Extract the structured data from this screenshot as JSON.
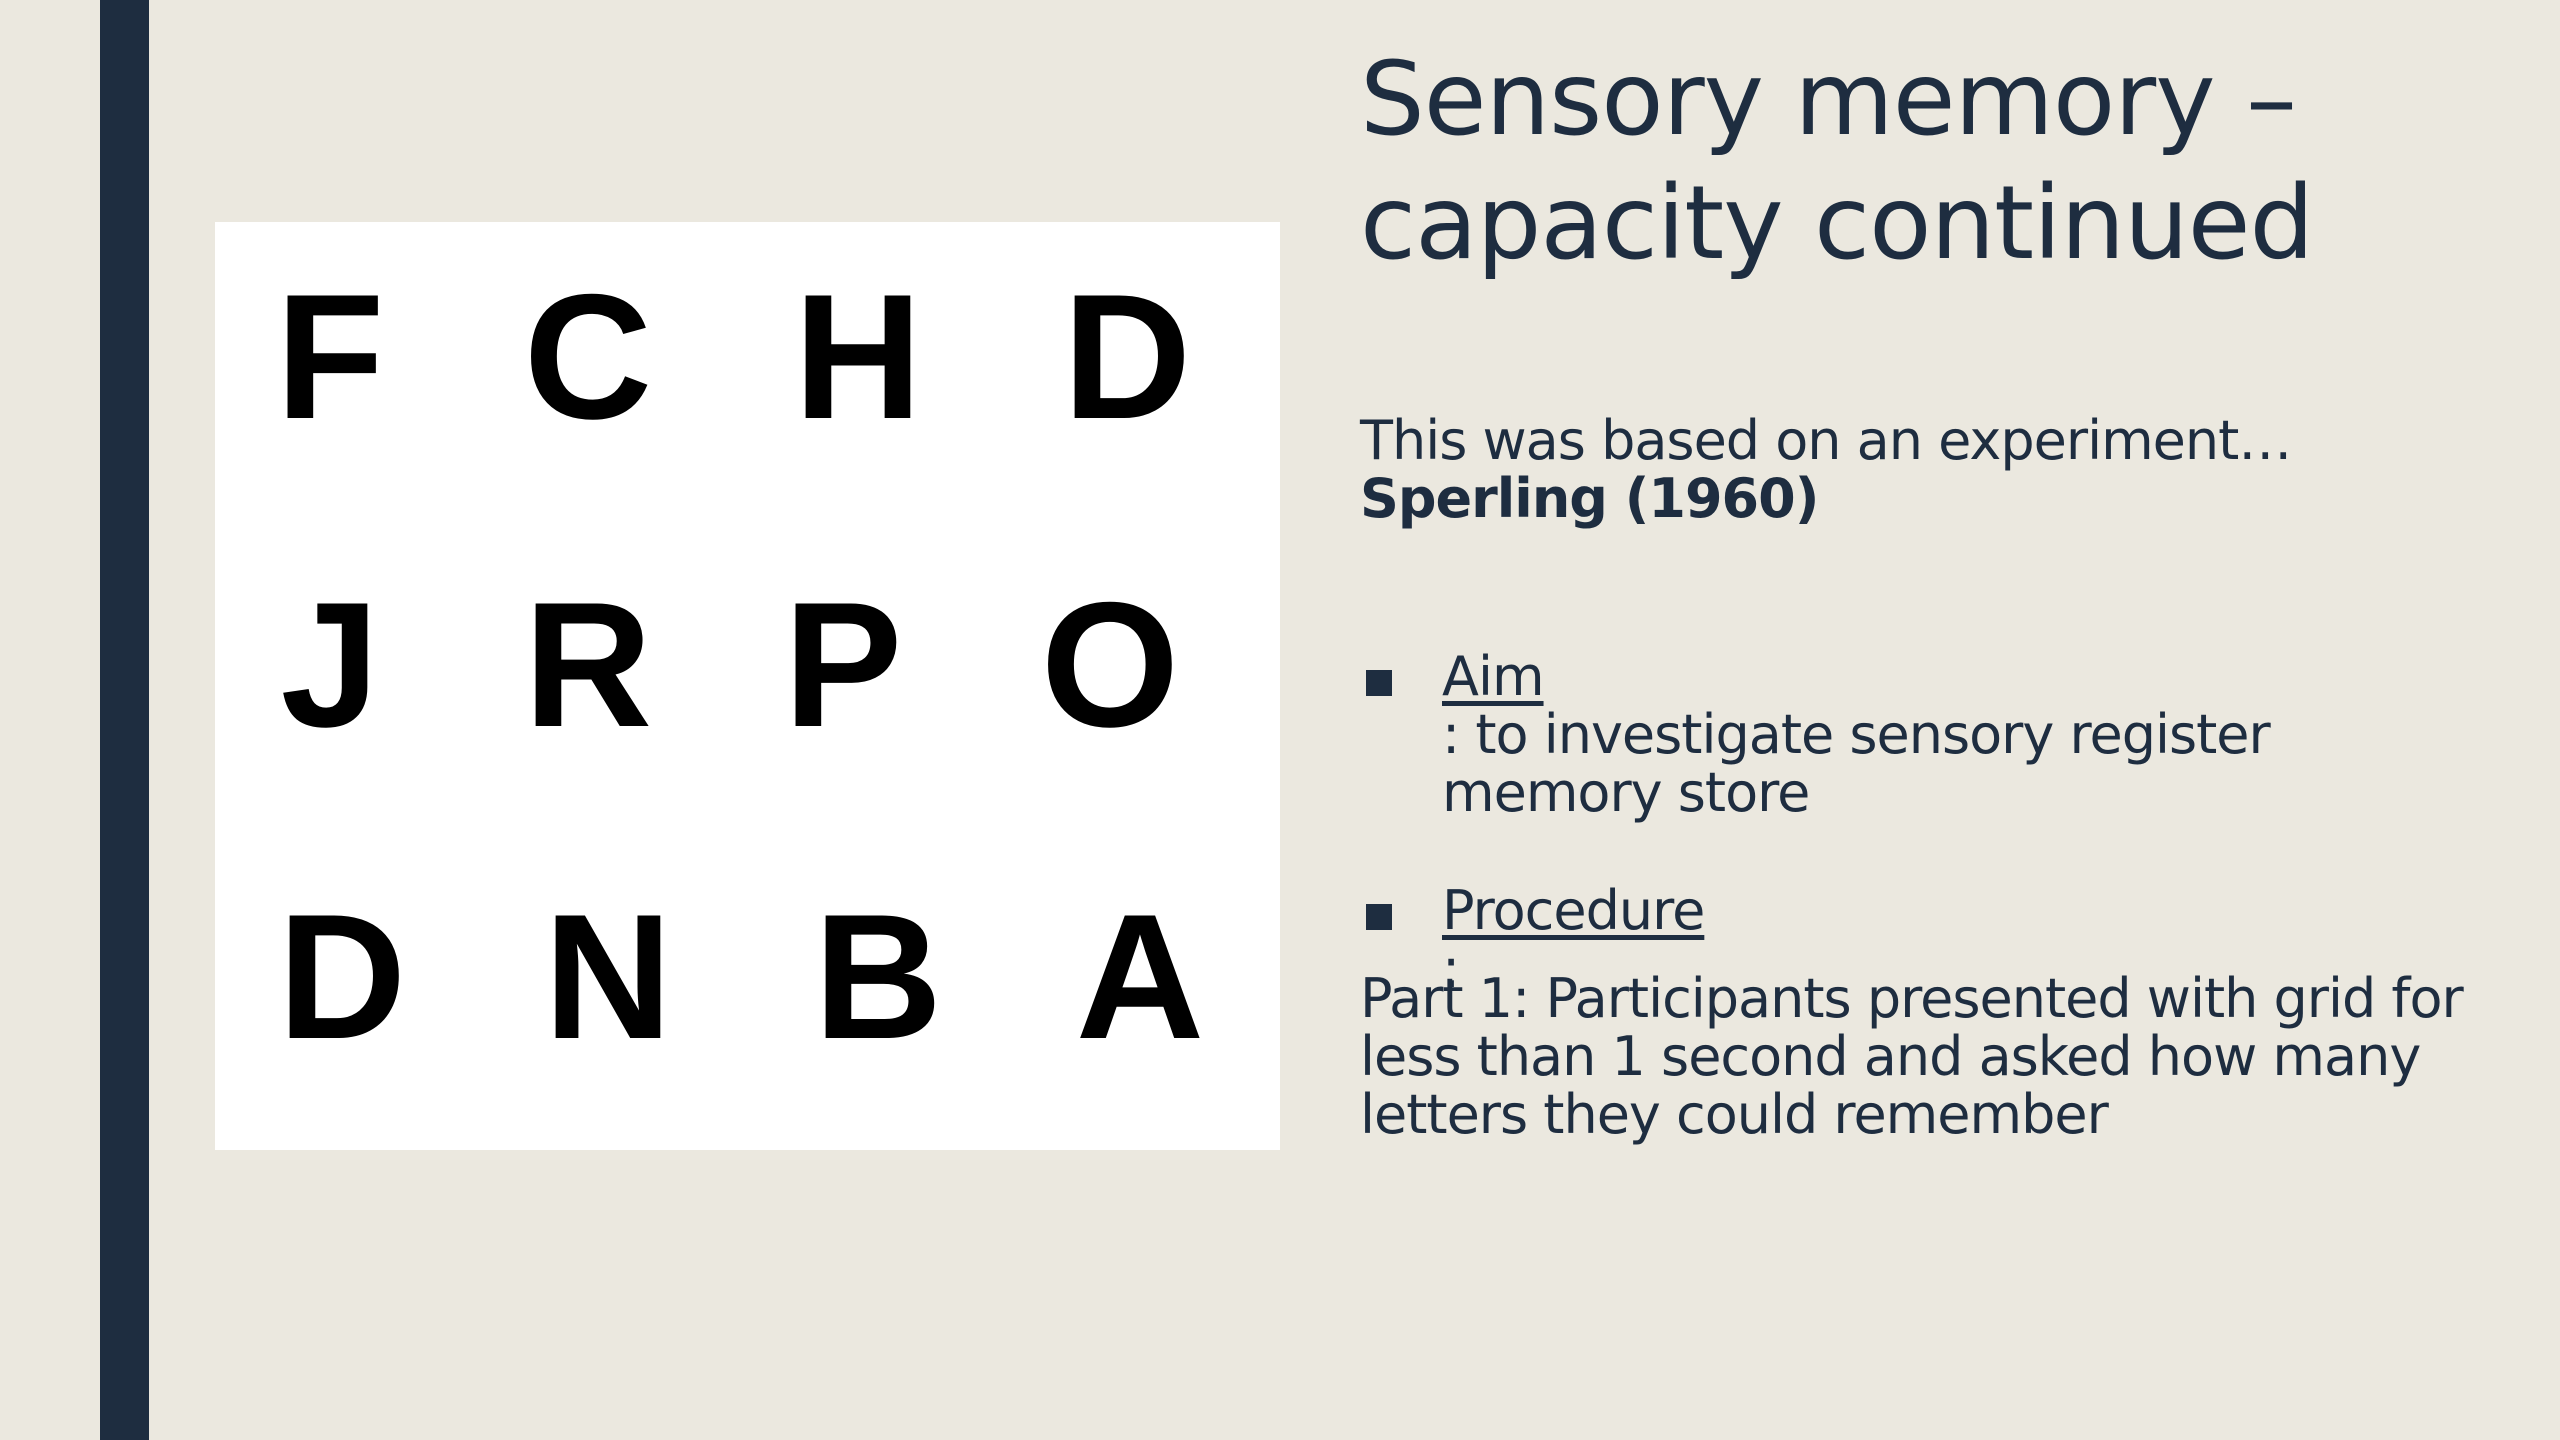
{
  "slide": {
    "title_lines": [
      "Sensory memory –",
      "capacity continued"
    ],
    "intro": "This was based on an experiment…",
    "citation": "Sperling (1960)",
    "aim": {
      "term": "Aim",
      "text_line1": ": to investigate sensory register",
      "text_line2": "memory store"
    },
    "procedure": {
      "term": "Procedure",
      "suffix": ":",
      "body_lines": [
        "Part 1: Participants presented with grid for",
        "less than 1 second and asked how many",
        "letters they could remember"
      ]
    },
    "letter_grid": [
      [
        "F",
        "C",
        "H",
        "D"
      ],
      [
        "J",
        "R",
        "P",
        "O"
      ],
      [
        "D",
        "N",
        "B",
        "A"
      ]
    ]
  },
  "colors": {
    "background": "#ebe8df",
    "accent": "#1e2d40",
    "text": "#1e2d40",
    "grid_background": "#ffffff",
    "grid_letters": "#000000"
  }
}
